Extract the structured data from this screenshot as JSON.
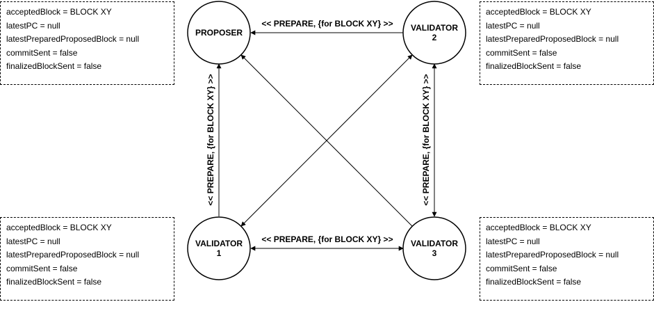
{
  "nodes": {
    "proposer": {
      "line1": "PROPOSER",
      "line2": ""
    },
    "validator2": {
      "line1": "VALIDATOR",
      "line2": "2"
    },
    "validator1": {
      "line1": "VALIDATOR",
      "line2": "1"
    },
    "validator3": {
      "line1": "VALIDATOR",
      "line2": "3"
    }
  },
  "edge_labels": {
    "top": "<< PREPARE, {for BLOCK XY} >>",
    "bottom": "<< PREPARE, {for BLOCK XY} >>",
    "left": "<< PREPARE, {for BLOCK XY} >>",
    "right": "<< PREPARE, {for BLOCK XY} >>"
  },
  "state_boxes": {
    "top_left": [
      "acceptedBlock = BLOCK XY",
      "latestPC = null",
      "latestPreparedProposedBlock = null",
      "commitSent = false",
      "finalizedBlockSent = false"
    ],
    "top_right": [
      "acceptedBlock = BLOCK XY",
      "latestPC = null",
      "latestPreparedProposedBlock = null",
      "commitSent = false",
      "finalizedBlockSent = false"
    ],
    "bottom_left": [
      "acceptedBlock = BLOCK XY",
      "latestPC = null",
      "latestPreparedProposedBlock = null",
      "commitSent = false",
      "finalizedBlockSent = false"
    ],
    "bottom_right": [
      "acceptedBlock = BLOCK XY",
      "latestPC = null",
      "latestPreparedProposedBlock = null",
      "commitSent = false",
      "finalizedBlockSent = false"
    ]
  }
}
